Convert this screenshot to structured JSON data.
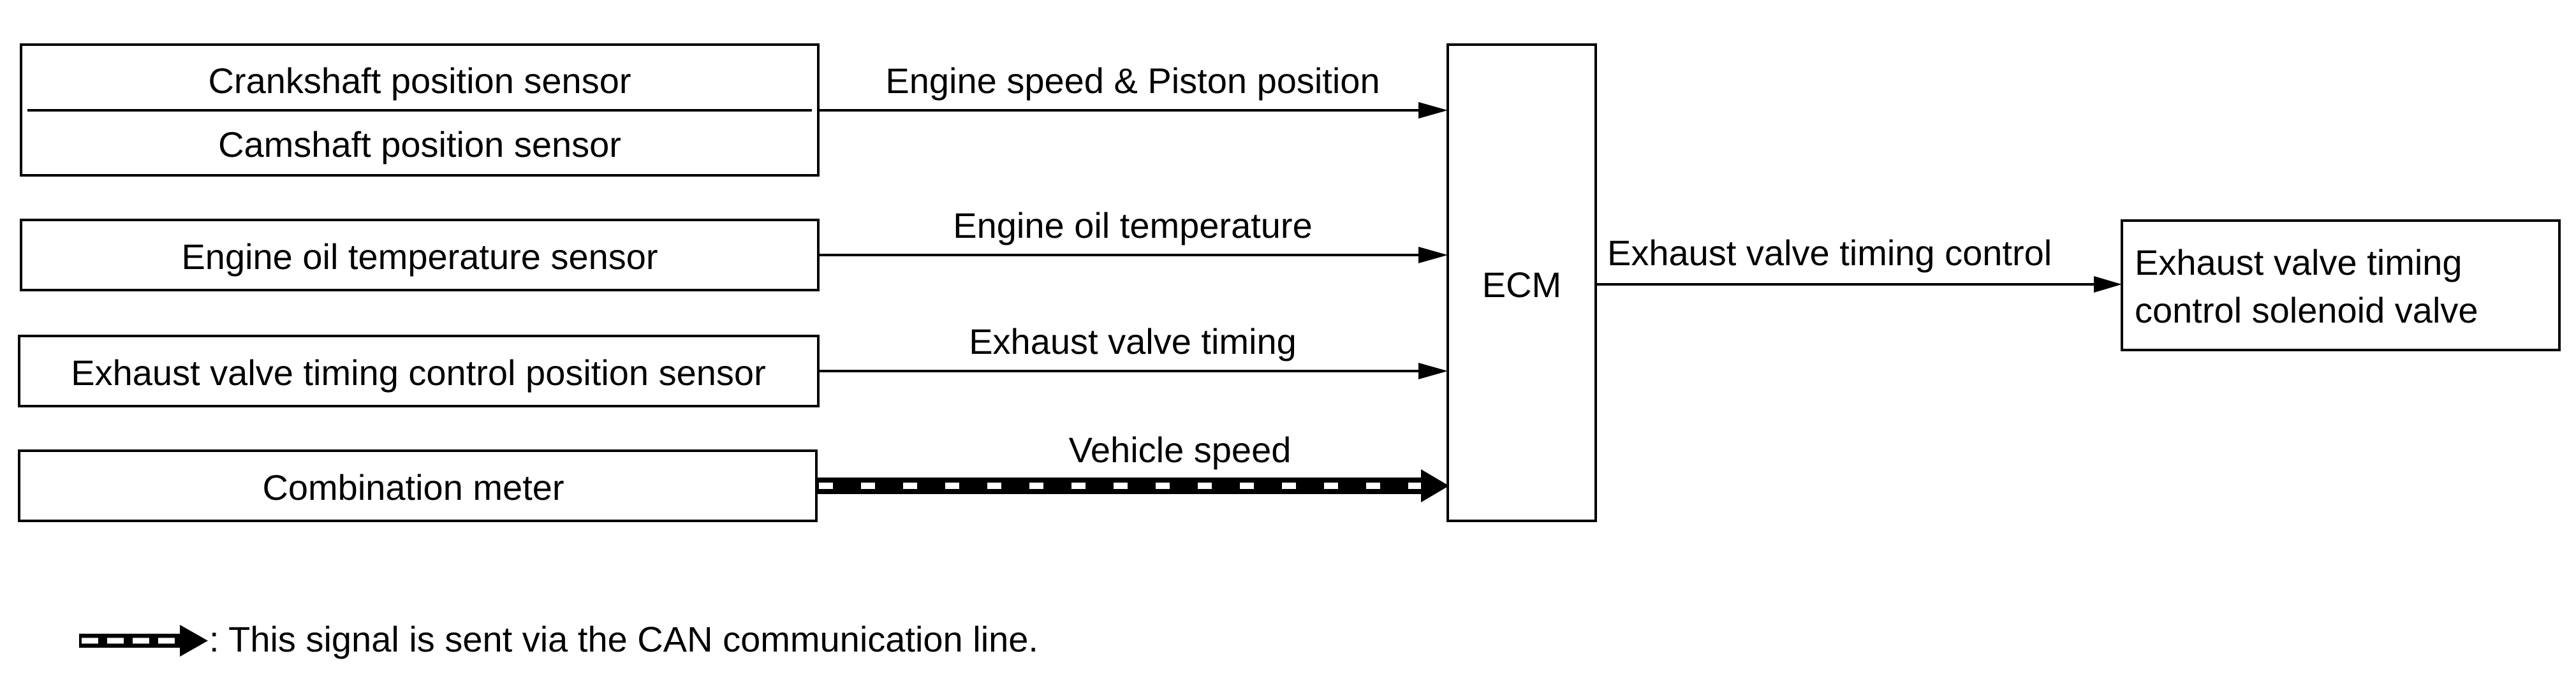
{
  "inputs": {
    "crankshaft_sensor": "Crankshaft position sensor",
    "camshaft_sensor": "Camshaft position sensor",
    "oil_temp_sensor": "Engine oil temperature sensor",
    "exhaust_position_sensor": "Exhaust valve timing control position sensor",
    "combination_meter": "Combination meter"
  },
  "signals": {
    "engine_speed": "Engine speed & Piston position",
    "oil_temp": "Engine oil temperature",
    "exhaust_timing": "Exhaust valve timing",
    "vehicle_speed": "Vehicle speed",
    "exhaust_control": "Exhaust valve timing control"
  },
  "ecm": {
    "label": "ECM"
  },
  "output": {
    "line1": "Exhaust valve timing",
    "line2": "control solenoid valve"
  },
  "legend": {
    "text": ": This signal is sent via the CAN communication line."
  },
  "colors": {
    "line": "#000000",
    "background": "#ffffff"
  }
}
